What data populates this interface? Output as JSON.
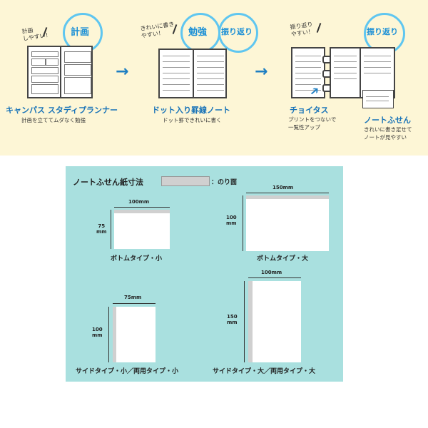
{
  "top": {
    "step1": {
      "note": "計画\nしやすい！",
      "badge": "計画",
      "title": "キャンパス スタディプランナー",
      "desc": "計画を立ててムダなく勉強"
    },
    "step2": {
      "note": "きれいに書き\nやすい！",
      "badge1": "勉強",
      "badge2": "振り返り",
      "title": "ドット入り罫線ノート",
      "desc": "ドット罫できれいに書く"
    },
    "step3": {
      "note": "振り返り\nやすい！",
      "badge": "振り返り",
      "title1": "チョイタス",
      "desc1": "プリントをつないで\n一覧性アップ",
      "title2": "ノートふせん",
      "desc2": "きれいに書き足せて\nノートが見やすい"
    },
    "arrow": "→"
  },
  "panel": {
    "title": "ノートふせん紙寸法",
    "glue_legend": "：のり面",
    "items": [
      {
        "caption": "ボトムタイプ・小",
        "width_label": "100mm",
        "height_label": "75\nmm"
      },
      {
        "caption": "ボトムタイプ・大",
        "width_label": "150mm",
        "height_label": "100\nmm"
      },
      {
        "caption": "サイドタイプ・小／両用タイプ・小",
        "width_label": "75mm",
        "height_label": "100\nmm"
      },
      {
        "caption": "サイドタイプ・大／両用タイプ・大",
        "width_label": "100mm",
        "height_label": "150\nmm"
      }
    ]
  }
}
